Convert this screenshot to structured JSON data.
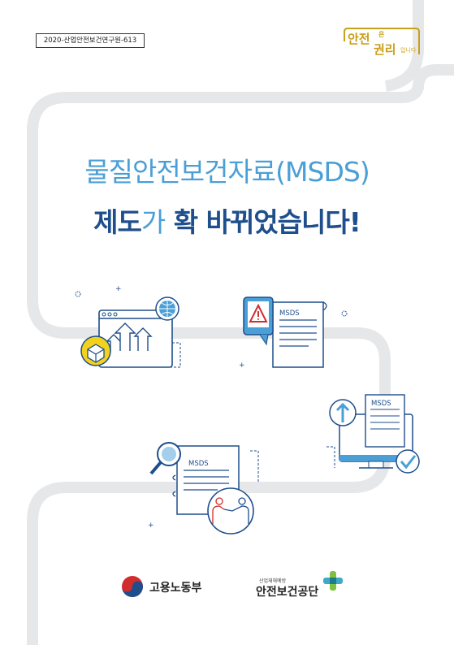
{
  "header": {
    "report_code": "2020-산업안전보건연구원-613",
    "slogan": {
      "line1": "안전",
      "line1_small": "은",
      "line2": "권리",
      "line2_small": "입니다"
    }
  },
  "title": {
    "line1": "물질안전보건자료(MSDS)",
    "line2_part1": "제도",
    "line2_part2": "가",
    "line2_part3": " 확 바뀌었습니다!"
  },
  "illustrations": {
    "doc_label_1": "MSDS",
    "doc_label_2": "MSDS",
    "doc_label_3": "MSDS"
  },
  "footer": {
    "logo1_text": "고용노동부",
    "logo2_small": "산업재해예방",
    "logo2_text": "안전보건공단"
  },
  "colors": {
    "title_light": "#4a9fd6",
    "title_dark": "#1e4e8c",
    "path_gray": "#e6e7e9",
    "accent_yellow": "#c9a019",
    "illustration_blue": "#1e4e8c"
  }
}
